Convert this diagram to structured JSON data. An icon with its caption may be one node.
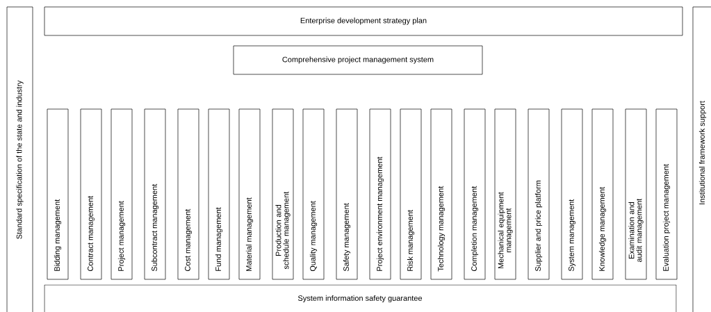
{
  "diagram": {
    "nodes": [
      {
        "text": [
          "Standard specification of the state and industry"
        ]
      },
      {
        "text": [
          "Enterprise development strategy plan"
        ]
      },
      {
        "text": [
          "Comprehensive project management system"
        ]
      },
      {
        "text": [
          "Bidding management"
        ]
      },
      {
        "text": [
          "Contract management"
        ]
      },
      {
        "text": [
          "Project management"
        ]
      },
      {
        "text": [
          "Subcontract management"
        ]
      },
      {
        "text": [
          "Cost management"
        ]
      },
      {
        "text": [
          "Fund management"
        ]
      },
      {
        "text": [
          "Material management"
        ]
      },
      {
        "text": [
          "Production and schedule management"
        ]
      },
      {
        "text": [
          "Quality management"
        ]
      },
      {
        "text": [
          "Safety management"
        ]
      },
      {
        "text": [
          "Project environment management"
        ]
      },
      {
        "text": [
          "Risk management"
        ]
      },
      {
        "text": [
          "Technology management"
        ]
      },
      {
        "text": [
          "Completion management"
        ]
      },
      {
        "text": [
          "Mechanical equipment management"
        ]
      },
      {
        "text": [
          "Supplier and price platform"
        ]
      },
      {
        "text": [
          "System management"
        ]
      },
      {
        "text": [
          "Knowledge management"
        ]
      },
      {
        "text": [
          "Examination and audit management"
        ]
      },
      {
        "text": [
          "Evaluation project management"
        ]
      },
      {
        "text": [
          "System information safety guarantee"
        ]
      },
      {
        "text": [
          "Institutional framework support"
        ]
      }
    ],
    "edges": []
  }
}
